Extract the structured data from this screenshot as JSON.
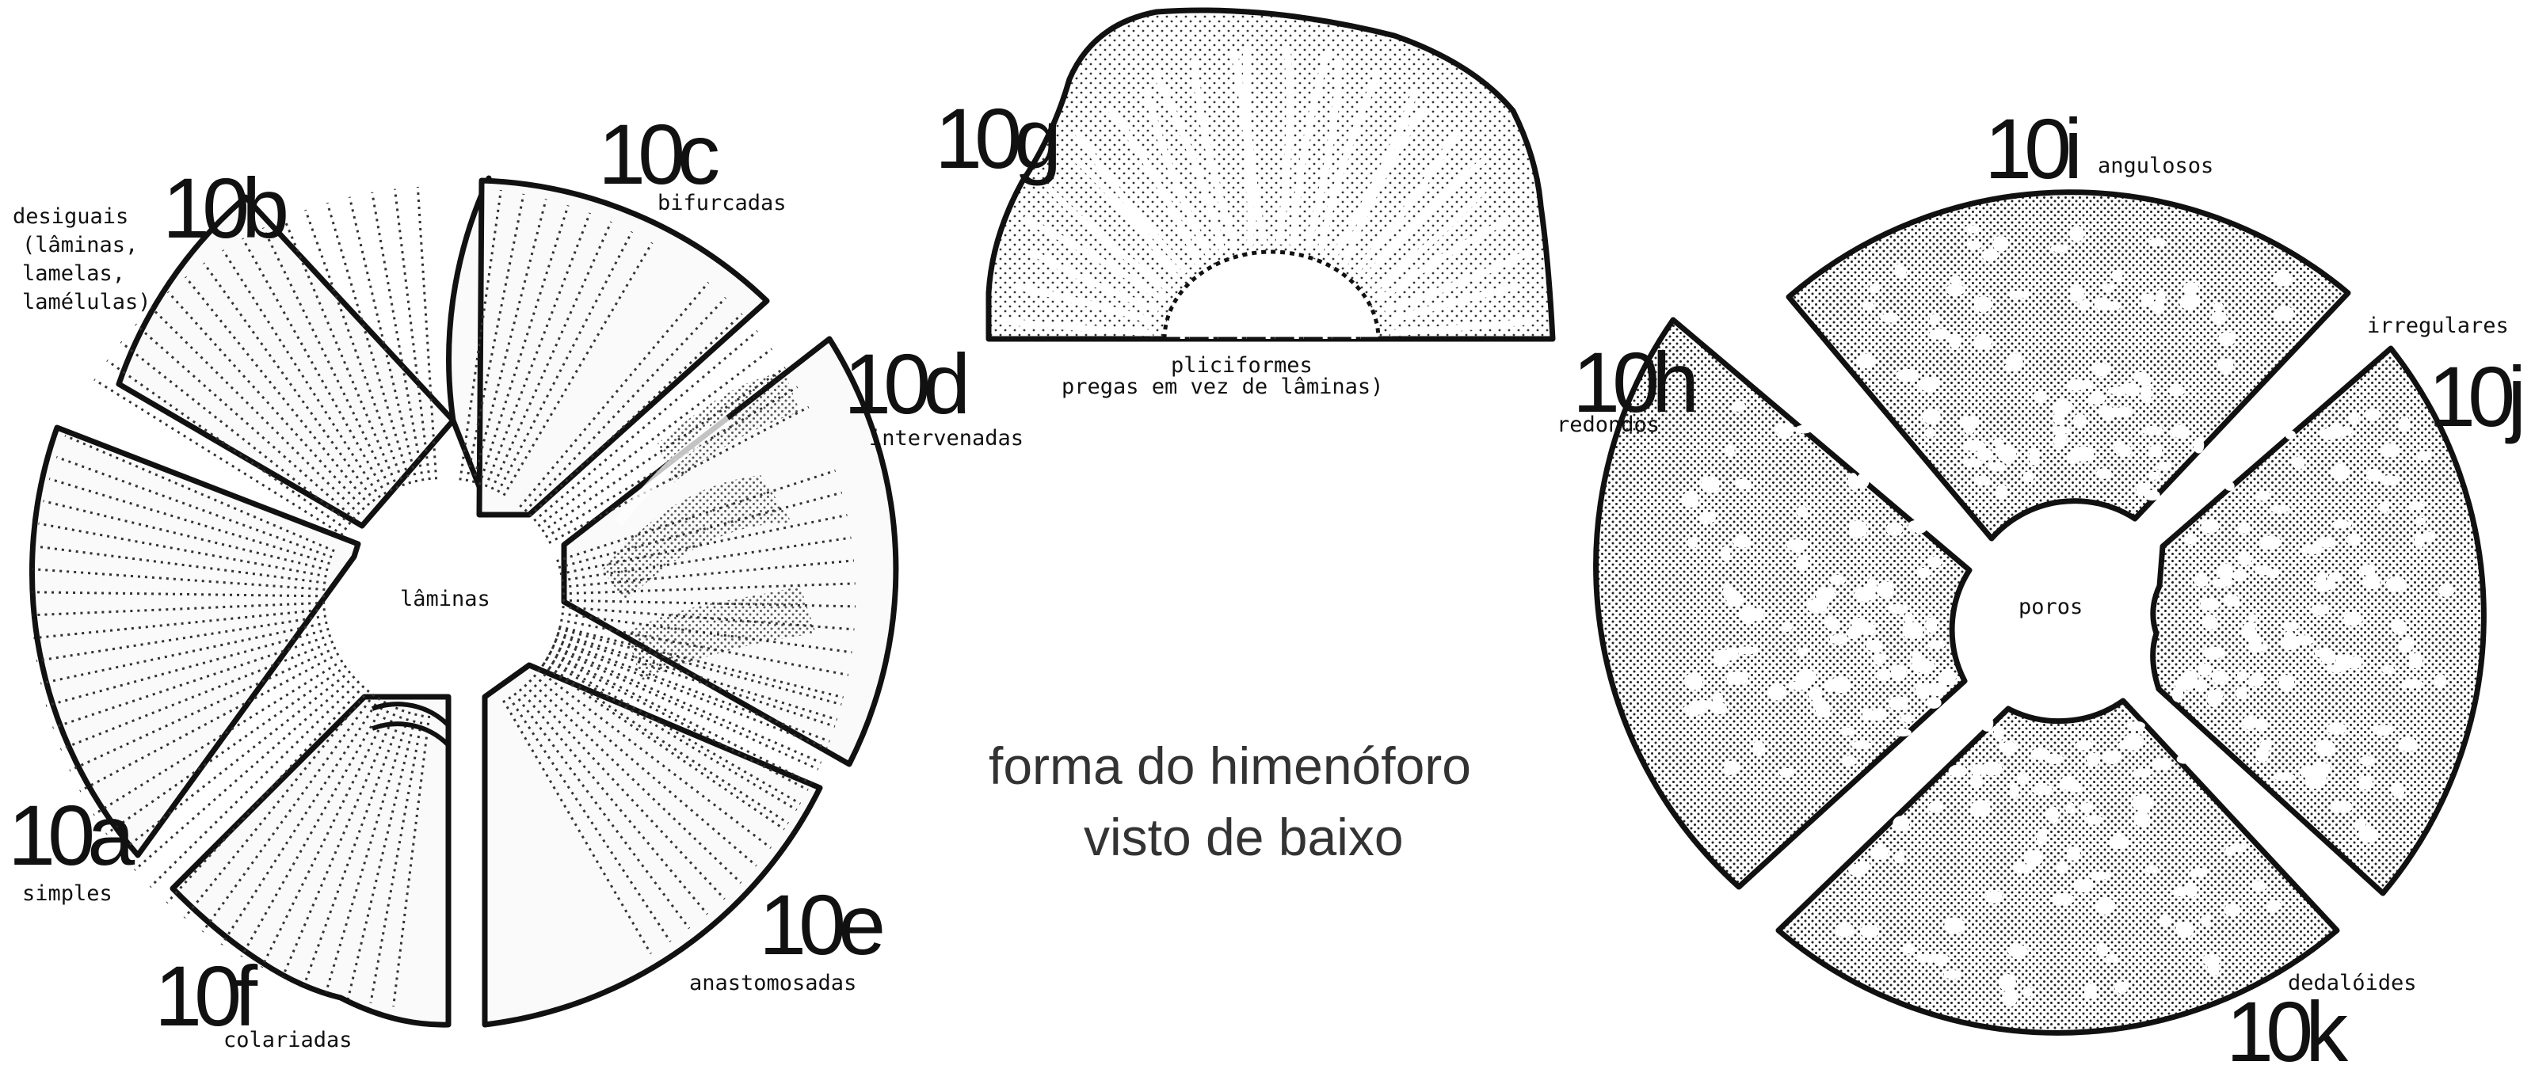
{
  "title_lines": [
    "forma do himenóforo",
    "visto de baixo"
  ],
  "left_center_label": "lâminas",
  "right_center_label": "poros",
  "figures": {
    "f10a": {
      "code": "10a",
      "label": "simples"
    },
    "f10b": {
      "code": "10b",
      "label_lines": [
        "desiguais",
        "(lâminas,",
        "lamelas,",
        "lamélulas)"
      ]
    },
    "f10c": {
      "code": "10c",
      "label": "bifurcadas"
    },
    "f10d": {
      "code": "10d",
      "label": "intervenadas"
    },
    "f10e": {
      "code": "10e",
      "label": "anastomosadas"
    },
    "f10f": {
      "code": "10f",
      "label": "colariadas"
    },
    "f10g": {
      "code": "10g",
      "label_lines": [
        "pliciformes",
        "pregas em vez de lâminas)"
      ]
    },
    "f10h": {
      "code": "10h",
      "label": "redondos"
    },
    "f10i": {
      "code": "10i",
      "label": "angulosos"
    },
    "f10j": {
      "code": "10j",
      "label": "irregulares"
    },
    "f10k": {
      "code": "10k",
      "label": "dedalóides"
    }
  }
}
